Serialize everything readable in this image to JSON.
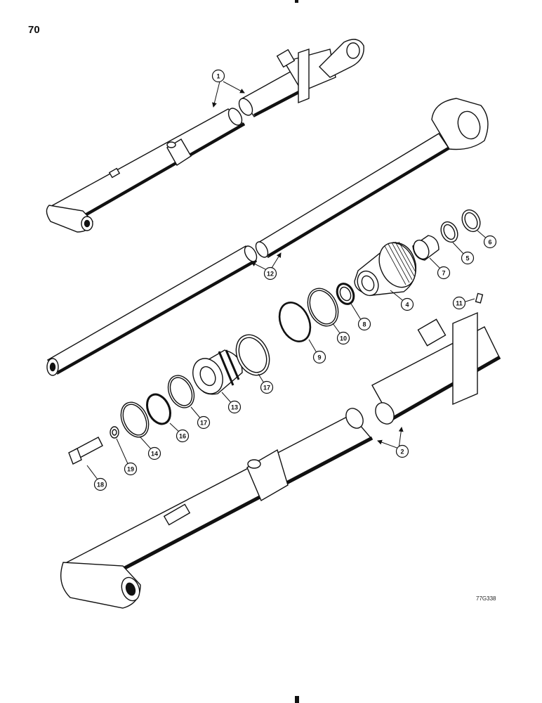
{
  "page": {
    "number": "70",
    "drawing_code": "77G338"
  },
  "callouts": [
    {
      "label": "1"
    },
    {
      "label": "2"
    },
    {
      "label": "4"
    },
    {
      "label": "5"
    },
    {
      "label": "6"
    },
    {
      "label": "7"
    },
    {
      "label": "8"
    },
    {
      "label": "9"
    },
    {
      "label": "10"
    },
    {
      "label": "11"
    },
    {
      "label": "12"
    },
    {
      "label": "13"
    },
    {
      "label": "14"
    },
    {
      "label": "16"
    },
    {
      "label": "17"
    },
    {
      "label": "17"
    },
    {
      "label": "18"
    },
    {
      "label": "19"
    }
  ]
}
